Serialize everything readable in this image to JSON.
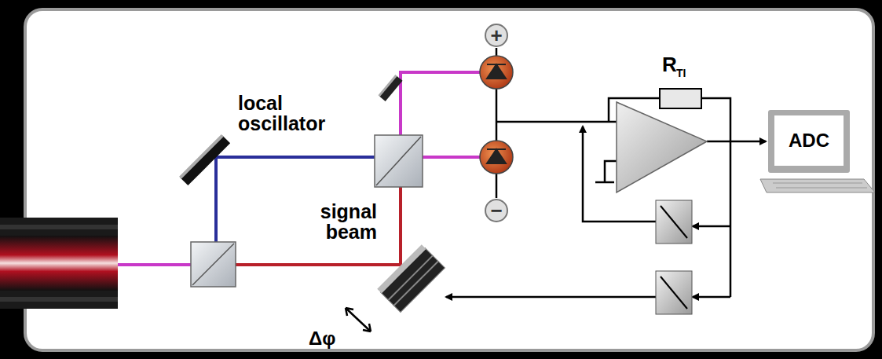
{
  "diagram": {
    "nodes": [
      {
        "text": [
          "+"
        ]
      },
      {
        "text": [
          "−"
        ]
      },
      {
        "text": [
          "ADC"
        ]
      }
    ],
    "labels": [
      "local oscillator",
      "signal beam",
      "Δφ",
      "R",
      "TI"
    ]
  }
}
